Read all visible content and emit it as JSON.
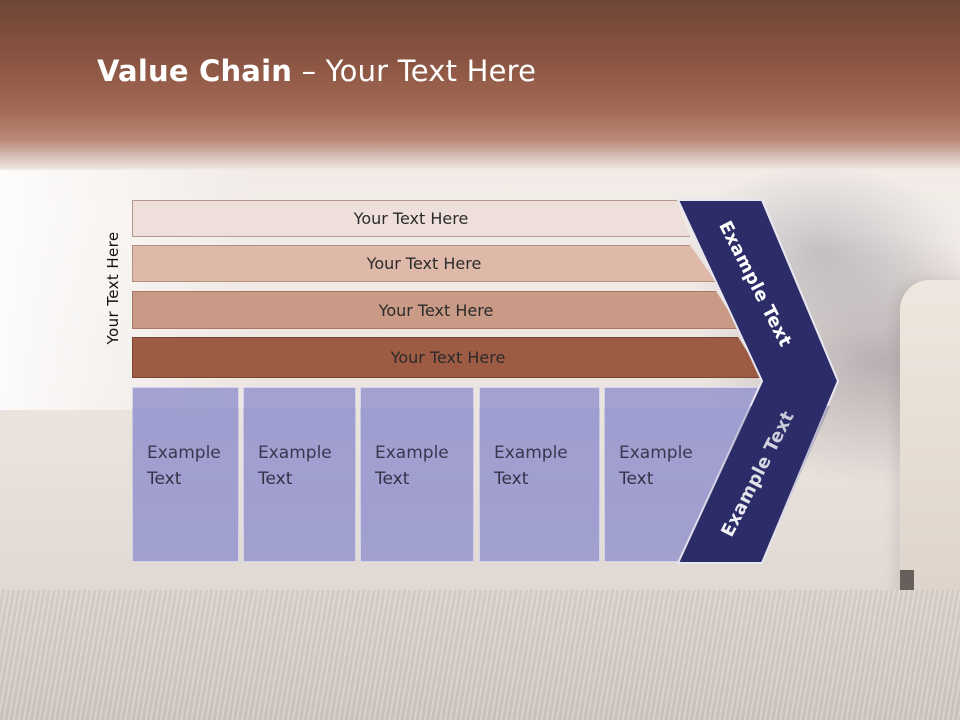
{
  "slide": {
    "title_bold": "Value Chain",
    "title_rest": " – Your Text Here",
    "side_label": "Your Text Here"
  },
  "bands": [
    {
      "label": "Your Text Here"
    },
    {
      "label": "Your Text Here"
    },
    {
      "label": "Your Text Here"
    },
    {
      "label": "Your Text Here"
    }
  ],
  "columns": [
    {
      "line1": "Example",
      "line2": "Text"
    },
    {
      "line1": "Example",
      "line2": "Text"
    },
    {
      "line1": "Example",
      "line2": "Text"
    },
    {
      "line1": "Example",
      "line2": "Text"
    },
    {
      "line1": "Example",
      "line2": "Text"
    }
  ],
  "chevron": {
    "upper_label": "Example Text",
    "lower_label": "Example Text"
  },
  "colors": {
    "header": "#8a5442",
    "band1": "#efdfda",
    "band2": "#deb9aa",
    "band3": "#c99a86",
    "band4": "#9e5b43",
    "column": "#9797ce",
    "chevron": "#2c2d68"
  }
}
